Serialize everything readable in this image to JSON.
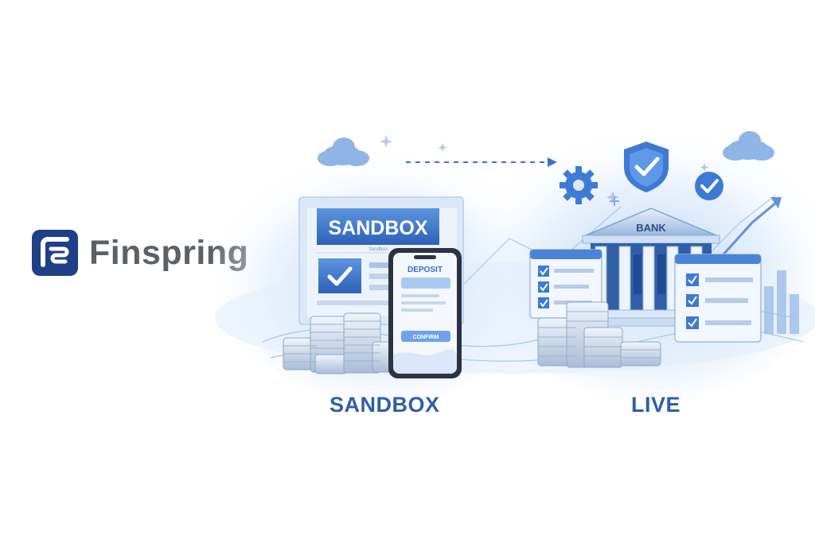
{
  "brand": {
    "name": "Finspring",
    "color_dark": "#1f3f86",
    "color_text": "#5c6068"
  },
  "sandbox_panel": {
    "sign": "SANDBOX",
    "small_text": "Sandbox"
  },
  "phone": {
    "title": "DEPOSIT",
    "button": "CONFIRM"
  },
  "bank": {
    "sign": "BANK"
  },
  "captions": {
    "sandbox": "SANDBOX",
    "live": "LIVE"
  },
  "colors": {
    "accent": "#2f6fd0",
    "caption": "#2f5fa8",
    "light_blue": "#cfe1f7"
  },
  "icons": [
    "cloud-icon",
    "gear-icon",
    "shield-check-icon",
    "check-circle-icon",
    "checkbox-icon",
    "coin-stack-icon",
    "bank-building-icon",
    "phone-icon",
    "arrow-icon"
  ]
}
